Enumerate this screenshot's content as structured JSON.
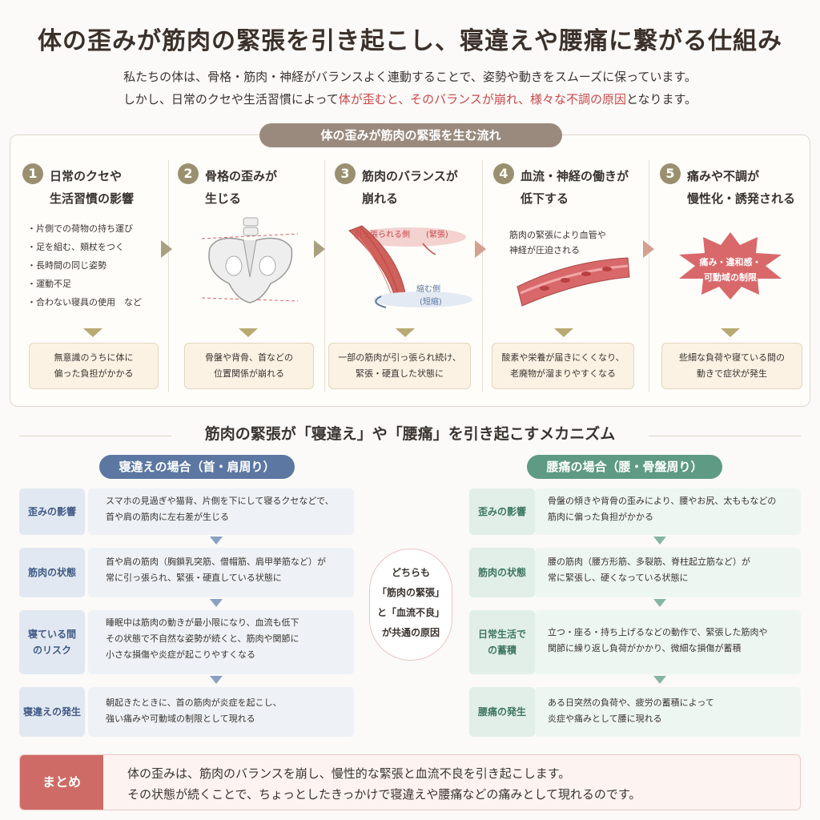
{
  "title": "体の歪みが筋肉の緊張を引き起こし、寝違えや腰痛に繋がる仕組み",
  "intro": {
    "line1": "私たちの体は、骨格・筋肉・神経がバランスよく連動することで、姿勢や動きをスムーズに保っています。",
    "line2_pre": "しかし、日常のクセや生活習慣によって",
    "line2_hl": "体が歪むと、そのバランスが崩れ、様々な不調の原因",
    "line2_post": "となります。"
  },
  "flow": {
    "heading": "体の歪みが筋肉の緊張を生む流れ",
    "steps": [
      {
        "num": "1",
        "title": "日常のクセや\n生活習慣の影響",
        "bullets": [
          "・片側での荷物の持ち運び",
          "・足を組む、頬杖をつく",
          "・長時間の同じ姿勢",
          "・運動不足",
          "・合わない寝具の使用　など"
        ],
        "result": "無意識のうちに体に\n偏った負担がかかる"
      },
      {
        "num": "2",
        "title": "骨格の歪みが\n生じる",
        "result": "骨盤や背骨、首などの\n位置関係が崩れる"
      },
      {
        "num": "3",
        "title": "筋肉のバランスが\n崩れる",
        "label_stretched": "引っ張られる側",
        "label_stretched_tag": "(緊張)",
        "label_contracted": "縮む側",
        "label_contracted_tag": "(短縮)",
        "result": "一部の筋肉が引っ張られ続け、\n緊張・硬直した状態に"
      },
      {
        "num": "4",
        "title": "血流・神経の働きが\n低下する",
        "note": "筋肉の緊張により血管や\n神経が圧迫される",
        "result": "酸素や栄養が届きにくくなり、\n老廃物が溜まりやすくなる"
      },
      {
        "num": "5",
        "title": "痛みや不調が\n慢性化・誘発される",
        "burst": "痛み・違和感・\n可動域の制限",
        "result": "些細な負荷や寝ている間の\n動きで症状が発生"
      }
    ]
  },
  "mechanism": {
    "heading": "筋肉の緊張が「寝違え」や「腰痛」を引き起こすメカニズム",
    "left": {
      "heading": "寝違えの場合（首・肩周り）",
      "rows": [
        {
          "label": "歪みの影響",
          "body": "スマホの見過ぎや猫背、片側を下にして寝るクセなどで、\n首や肩の筋肉に左右差が生じる"
        },
        {
          "label": "筋肉の状態",
          "body": "首や肩の筋肉（胸鎖乳突筋、僧帽筋、肩甲挙筋など）が\n常に引っ張られ、緊張・硬直している状態に"
        },
        {
          "label": "寝ている間\nのリスク",
          "body": "睡眠中は筋肉の動きが最小限になり、血流も低下\nその状態で不自然な姿勢が続くと、筋肉や関節に\n小さな損傷や炎症が起こりやすくなる"
        },
        {
          "label": "寝違えの発生",
          "body": "朝起きたときに、首の筋肉が炎症を起こし、\n強い痛みや可動域の制限として現れる"
        }
      ]
    },
    "right": {
      "heading": "腰痛の場合（腰・骨盤周り）",
      "rows": [
        {
          "label": "歪みの影響",
          "body": "骨盤の傾きや背骨の歪みにより、腰やお尻、太ももなどの\n筋肉に偏った負担がかかる"
        },
        {
          "label": "筋肉の状態",
          "body": "腰の筋肉（腰方形筋、多裂筋、脊柱起立筋など）が\n常に緊張し、硬くなっている状態に"
        },
        {
          "label": "日常生活で\nの蓄積",
          "body": "立つ・座る・持ち上げるなどの動作で、緊張した筋肉や\n関節に繰り返し負荷がかかり、微細な損傷が蓄積"
        },
        {
          "label": "腰痛の発生",
          "body": "ある日突然の負荷や、疲労の蓄積によって\n炎症や痛みとして腰に現れる"
        }
      ]
    },
    "common": {
      "line1": "どちらも",
      "line2": "「筋肉の緊張」",
      "line3": "と「血流不良」",
      "line4": "が共通の原因"
    }
  },
  "summary": {
    "label": "まとめ",
    "line1": "体の歪みは、筋肉のバランスを崩し、慢性的な緊張と血流不良を引き起こします。",
    "line2": "その状態が続くことで、ちょっとしたきっかけで寝違えや腰痛などの痛みとして現れるのです。"
  },
  "colors": {
    "left_accent": "#5b77a2",
    "left_label_bg": "#e2e8f1",
    "left_body_bg": "#eef2f7",
    "right_accent": "#5e9a84",
    "right_label_bg": "#e1efe8",
    "right_body_bg": "#eef6f2",
    "summary_accent": "#cf6b66",
    "highlight": "#c9484a"
  }
}
